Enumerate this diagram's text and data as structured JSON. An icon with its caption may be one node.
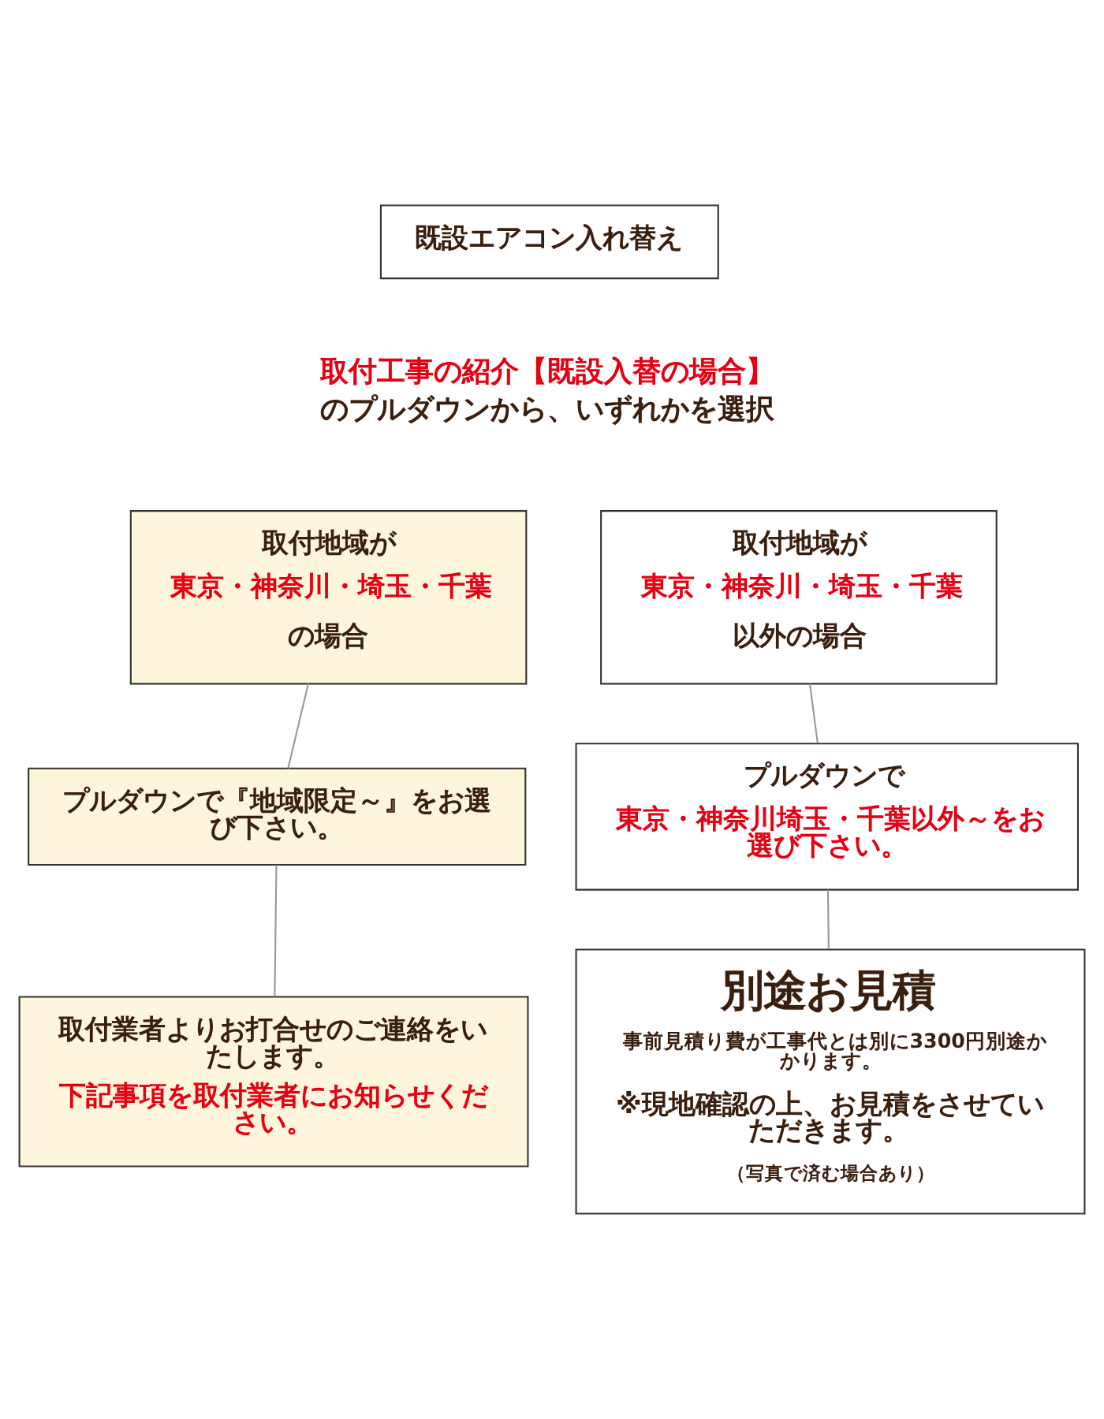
{
  "diagram": {
    "nodes": [
      {
        "text": [
          "既設エアコン入れ替え"
        ]
      },
      {
        "text": [
          "取付地域が",
          "東京・神奈川・埼玉・千葉",
          "の場合"
        ]
      },
      {
        "text": [
          "取付地域が",
          "東京・神奈川・埼玉・千葉",
          "以外の場合"
        ]
      },
      {
        "text": [
          "プルダウンで『地域限定～』をお選び下さい。"
        ]
      },
      {
        "text": [
          "プルダウンで",
          "東京・神奈川埼玉・千葉以外～をお選び下さい。"
        ]
      },
      {
        "text": [
          "取付業者よりお打合せのご連絡をいたします。",
          "下記事項を取付業者にお知らせください。"
        ]
      },
      {
        "text": [
          "別途お見積",
          "事前見積り費が工事代とは別に3300円別途かかります。",
          "※現地確認の上、お見積をさせていただきます。",
          "（写真で済む場合あり）"
        ]
      }
    ],
    "edges": [
      {
        "from": 1,
        "to": 3,
        "arrow": "none"
      },
      {
        "from": 2,
        "to": 4,
        "arrow": "none"
      },
      {
        "from": 3,
        "to": 5,
        "arrow": "none"
      },
      {
        "from": 4,
        "to": 6,
        "arrow": "none"
      }
    ],
    "labels": [
      "取付工事の紹介【既設入替の場合】",
      "のプルダウンから、いずれかを選択"
    ]
  }
}
